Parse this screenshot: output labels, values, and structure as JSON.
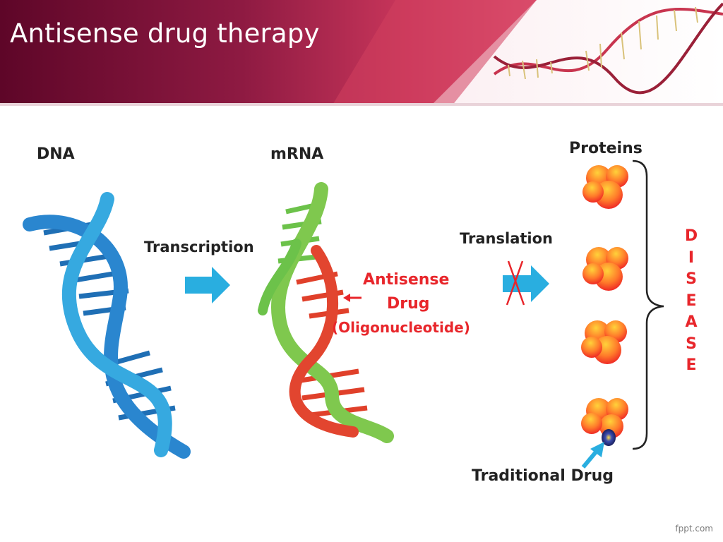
{
  "slide": {
    "title": "Antisense drug therapy",
    "watermark": "fppt.com"
  },
  "diagram": {
    "dna_label": "DNA",
    "mrna_label": "mRNA",
    "proteins_label": "Proteins",
    "transcription_label": "Transcription",
    "translation_label": "Translation",
    "antisense_line1": "Antisense",
    "antisense_line2": "Drug",
    "antisense_line3": "(Oligonucleotide)",
    "traditional_drug_label": "Traditional Drug",
    "disease_letters": [
      "D",
      "I",
      "S",
      "E",
      "A",
      "S",
      "E"
    ]
  },
  "colors": {
    "header_dark": "#6a0a2e",
    "header_mid": "#b02a4f",
    "dna_blue": "#2e8fd0",
    "mrna_green": "#6cc24a",
    "antisense_red": "#e0402a",
    "arrow_cyan": "#28b0d8",
    "disease_red": "#e8262b"
  },
  "icons": [
    "dna-helix-icon",
    "right-arrow-icon",
    "cross-icon",
    "protein-blob-icon",
    "brace-icon",
    "drug-molecule-icon"
  ]
}
